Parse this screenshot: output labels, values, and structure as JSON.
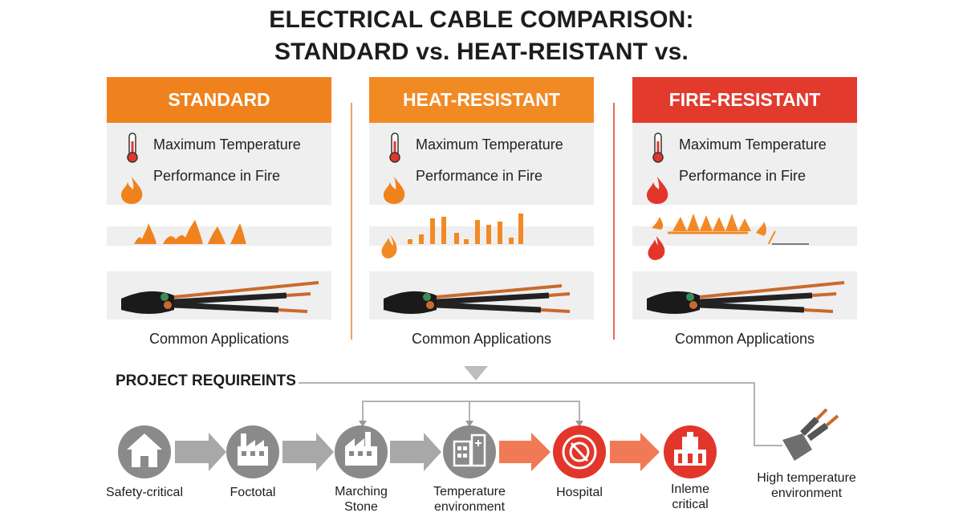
{
  "title": {
    "line1": "ELECTRICAL CABLE COMPARISON:",
    "line2": "STANDARD vs. HEAT-REISTANT vs."
  },
  "columns": [
    {
      "header": "STANDARD",
      "color": "#f0821e",
      "feature_temp": "Maximum Temperature",
      "feature_fire": "Performance in Fire",
      "applications": "Common Applications"
    },
    {
      "header": "HEAT-RESISTANT",
      "color": "#f28a24",
      "feature_temp": "Maximum Temperature",
      "feature_fire": "Performance in Fire",
      "applications": "Common Applications"
    },
    {
      "header": "FIRE-RESISTANT",
      "color": "#e23b2e",
      "feature_temp": "Maximum Temperature",
      "feature_fire": "Performance in Fire",
      "applications": "Common Applications"
    }
  ],
  "requirements": {
    "title": "PROJECT REQUIREINTS",
    "steps": [
      {
        "label": "Safety-critical",
        "icon": "house-icon",
        "color": "#8a8a8a"
      },
      {
        "label": "Foctotal",
        "icon": "factory-icon",
        "color": "#8a8a8a"
      },
      {
        "label": "Marching\nStone",
        "icon": "factory-icon",
        "color": "#8a8a8a"
      },
      {
        "label": "Temperature\nenvironment",
        "icon": "hospital-building-icon",
        "color": "#8a8a8a"
      },
      {
        "label": "Hospital",
        "icon": "fire-target-icon",
        "color": "#e2362b"
      },
      {
        "label": "Inleme\ncritical",
        "icon": "building-icon",
        "color": "#e2362b"
      }
    ],
    "end_label": "High temperature\nenvironment",
    "end_icon": "cable-plug-icon"
  }
}
